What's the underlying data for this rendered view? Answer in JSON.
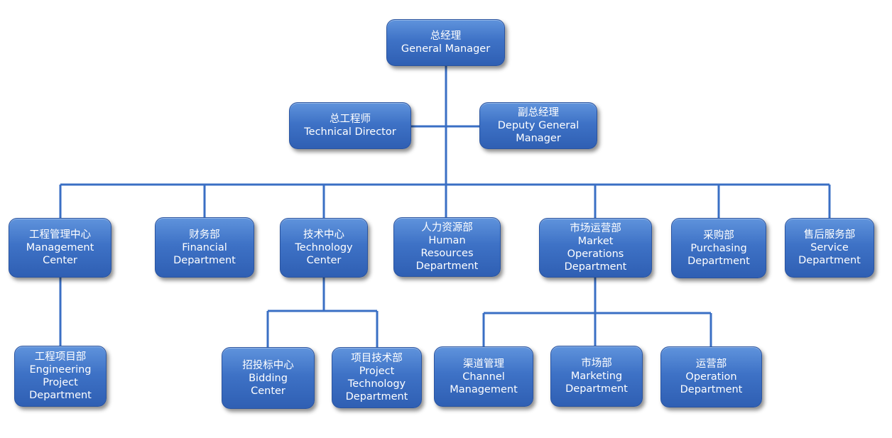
{
  "org_chart": {
    "nodes": [
      {
        "id": "ceo",
        "lines": [
          "总经理",
          "General Manager"
        ]
      },
      {
        "id": "tech-director",
        "lines": [
          "总工程师",
          "Technical Director"
        ]
      },
      {
        "id": "deputy-gm",
        "lines": [
          "副总经理",
          "Deputy General",
          "Manager"
        ]
      },
      {
        "id": "mgmt-center",
        "lines": [
          "工程管理中心",
          "Management",
          "Center"
        ]
      },
      {
        "id": "finance",
        "lines": [
          "财务部",
          "Financial",
          "Department"
        ]
      },
      {
        "id": "tech-center",
        "lines": [
          "技术中心",
          "Technology",
          "Center"
        ]
      },
      {
        "id": "hr",
        "lines": [
          "人力资源部",
          "Human",
          "Resources",
          "Department"
        ]
      },
      {
        "id": "market-ops",
        "lines": [
          "市场运营部",
          "Market",
          "Operations",
          "Department"
        ]
      },
      {
        "id": "purchasing",
        "lines": [
          "采购部",
          "Purchasing",
          "Department"
        ]
      },
      {
        "id": "service",
        "lines": [
          "售后服务部",
          "Service",
          "Department"
        ]
      },
      {
        "id": "eng-project",
        "lines": [
          "工程项目部",
          "Engineering",
          "Project",
          "Department"
        ]
      },
      {
        "id": "bidding",
        "lines": [
          "招投标中心",
          "Bidding",
          "Center"
        ]
      },
      {
        "id": "project-tech",
        "lines": [
          "项目技术部",
          "Project",
          "Technology",
          "Department"
        ]
      },
      {
        "id": "channel",
        "lines": [
          "渠道管理",
          "Channel",
          "Management"
        ]
      },
      {
        "id": "marketing",
        "lines": [
          "市场部",
          "Marketing",
          "Department"
        ]
      },
      {
        "id": "operation",
        "lines": [
          "运营部",
          "Operation",
          "Department"
        ]
      }
    ]
  }
}
